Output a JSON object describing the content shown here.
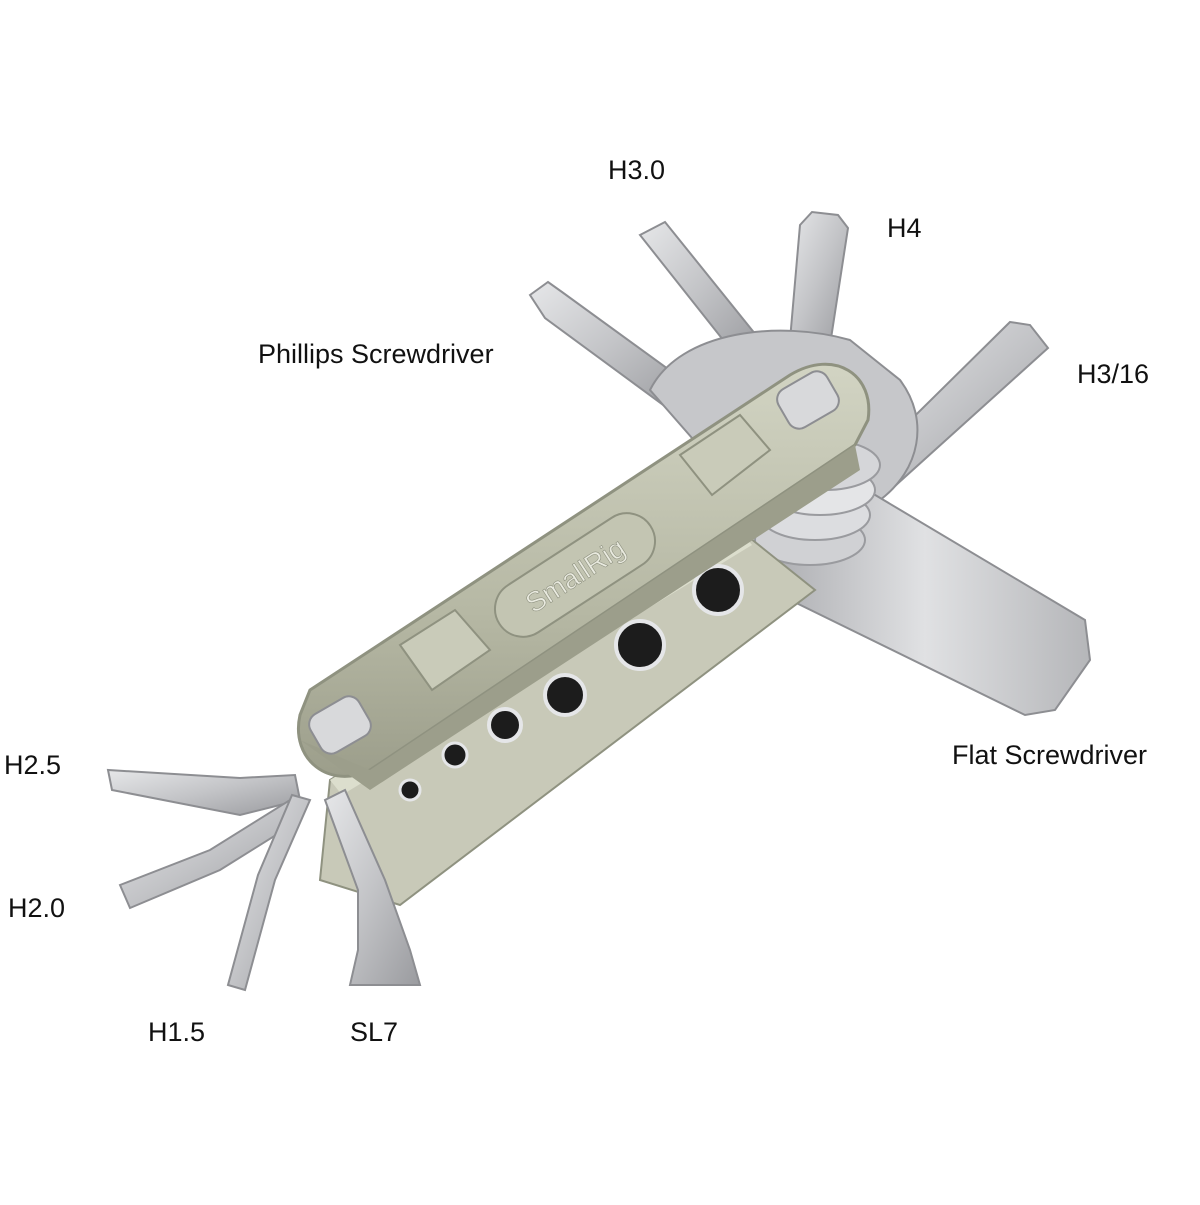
{
  "colors": {
    "background": "#ffffff",
    "body_sage": "#b9bba8",
    "body_sage_dark": "#8f9280",
    "steel": "#c9cacc",
    "steel_dark": "#8d8e92",
    "label_text": "#111111"
  },
  "product": {
    "brand_logo": "SmallRig",
    "tool_labels": {
      "h30": "H3.0",
      "h4": "H4",
      "phillips": "Phillips Screwdriver",
      "h316": "H3/16",
      "flat": "Flat Screwdriver",
      "h25": "H2.5",
      "h20": "H2.0",
      "h15": "H1.5",
      "sl7": "SL7"
    }
  }
}
